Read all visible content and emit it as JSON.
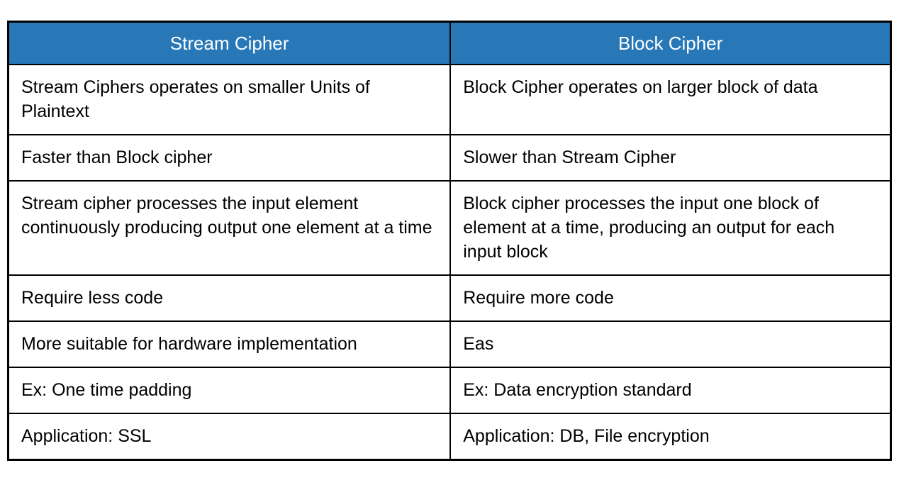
{
  "page": {
    "background_color": "#ffffff"
  },
  "table": {
    "header_bg_color": "#2878b8",
    "header_text_color": "#ffffff",
    "border_color": "#000000",
    "columns": [
      "Stream Cipher",
      "Block Cipher"
    ],
    "rows": [
      [
        "Stream Ciphers operates on smaller Units of Plaintext",
        "Block Cipher operates on larger block of data"
      ],
      [
        "Faster than Block cipher",
        "Slower than Stream Cipher"
      ],
      [
        "Stream cipher processes the input element continuously producing output one element at a time",
        "Block cipher processes the input one block of element at a time, producing an output for each input block"
      ],
      [
        "Require less code",
        "Require more code"
      ],
      [
        "More suitable for hardware implementation",
        "Eas"
      ],
      [
        "Ex: One time padding",
        "Ex: Data encryption standard"
      ],
      [
        "Application: SSL",
        "Application: DB, File encryption"
      ]
    ]
  }
}
